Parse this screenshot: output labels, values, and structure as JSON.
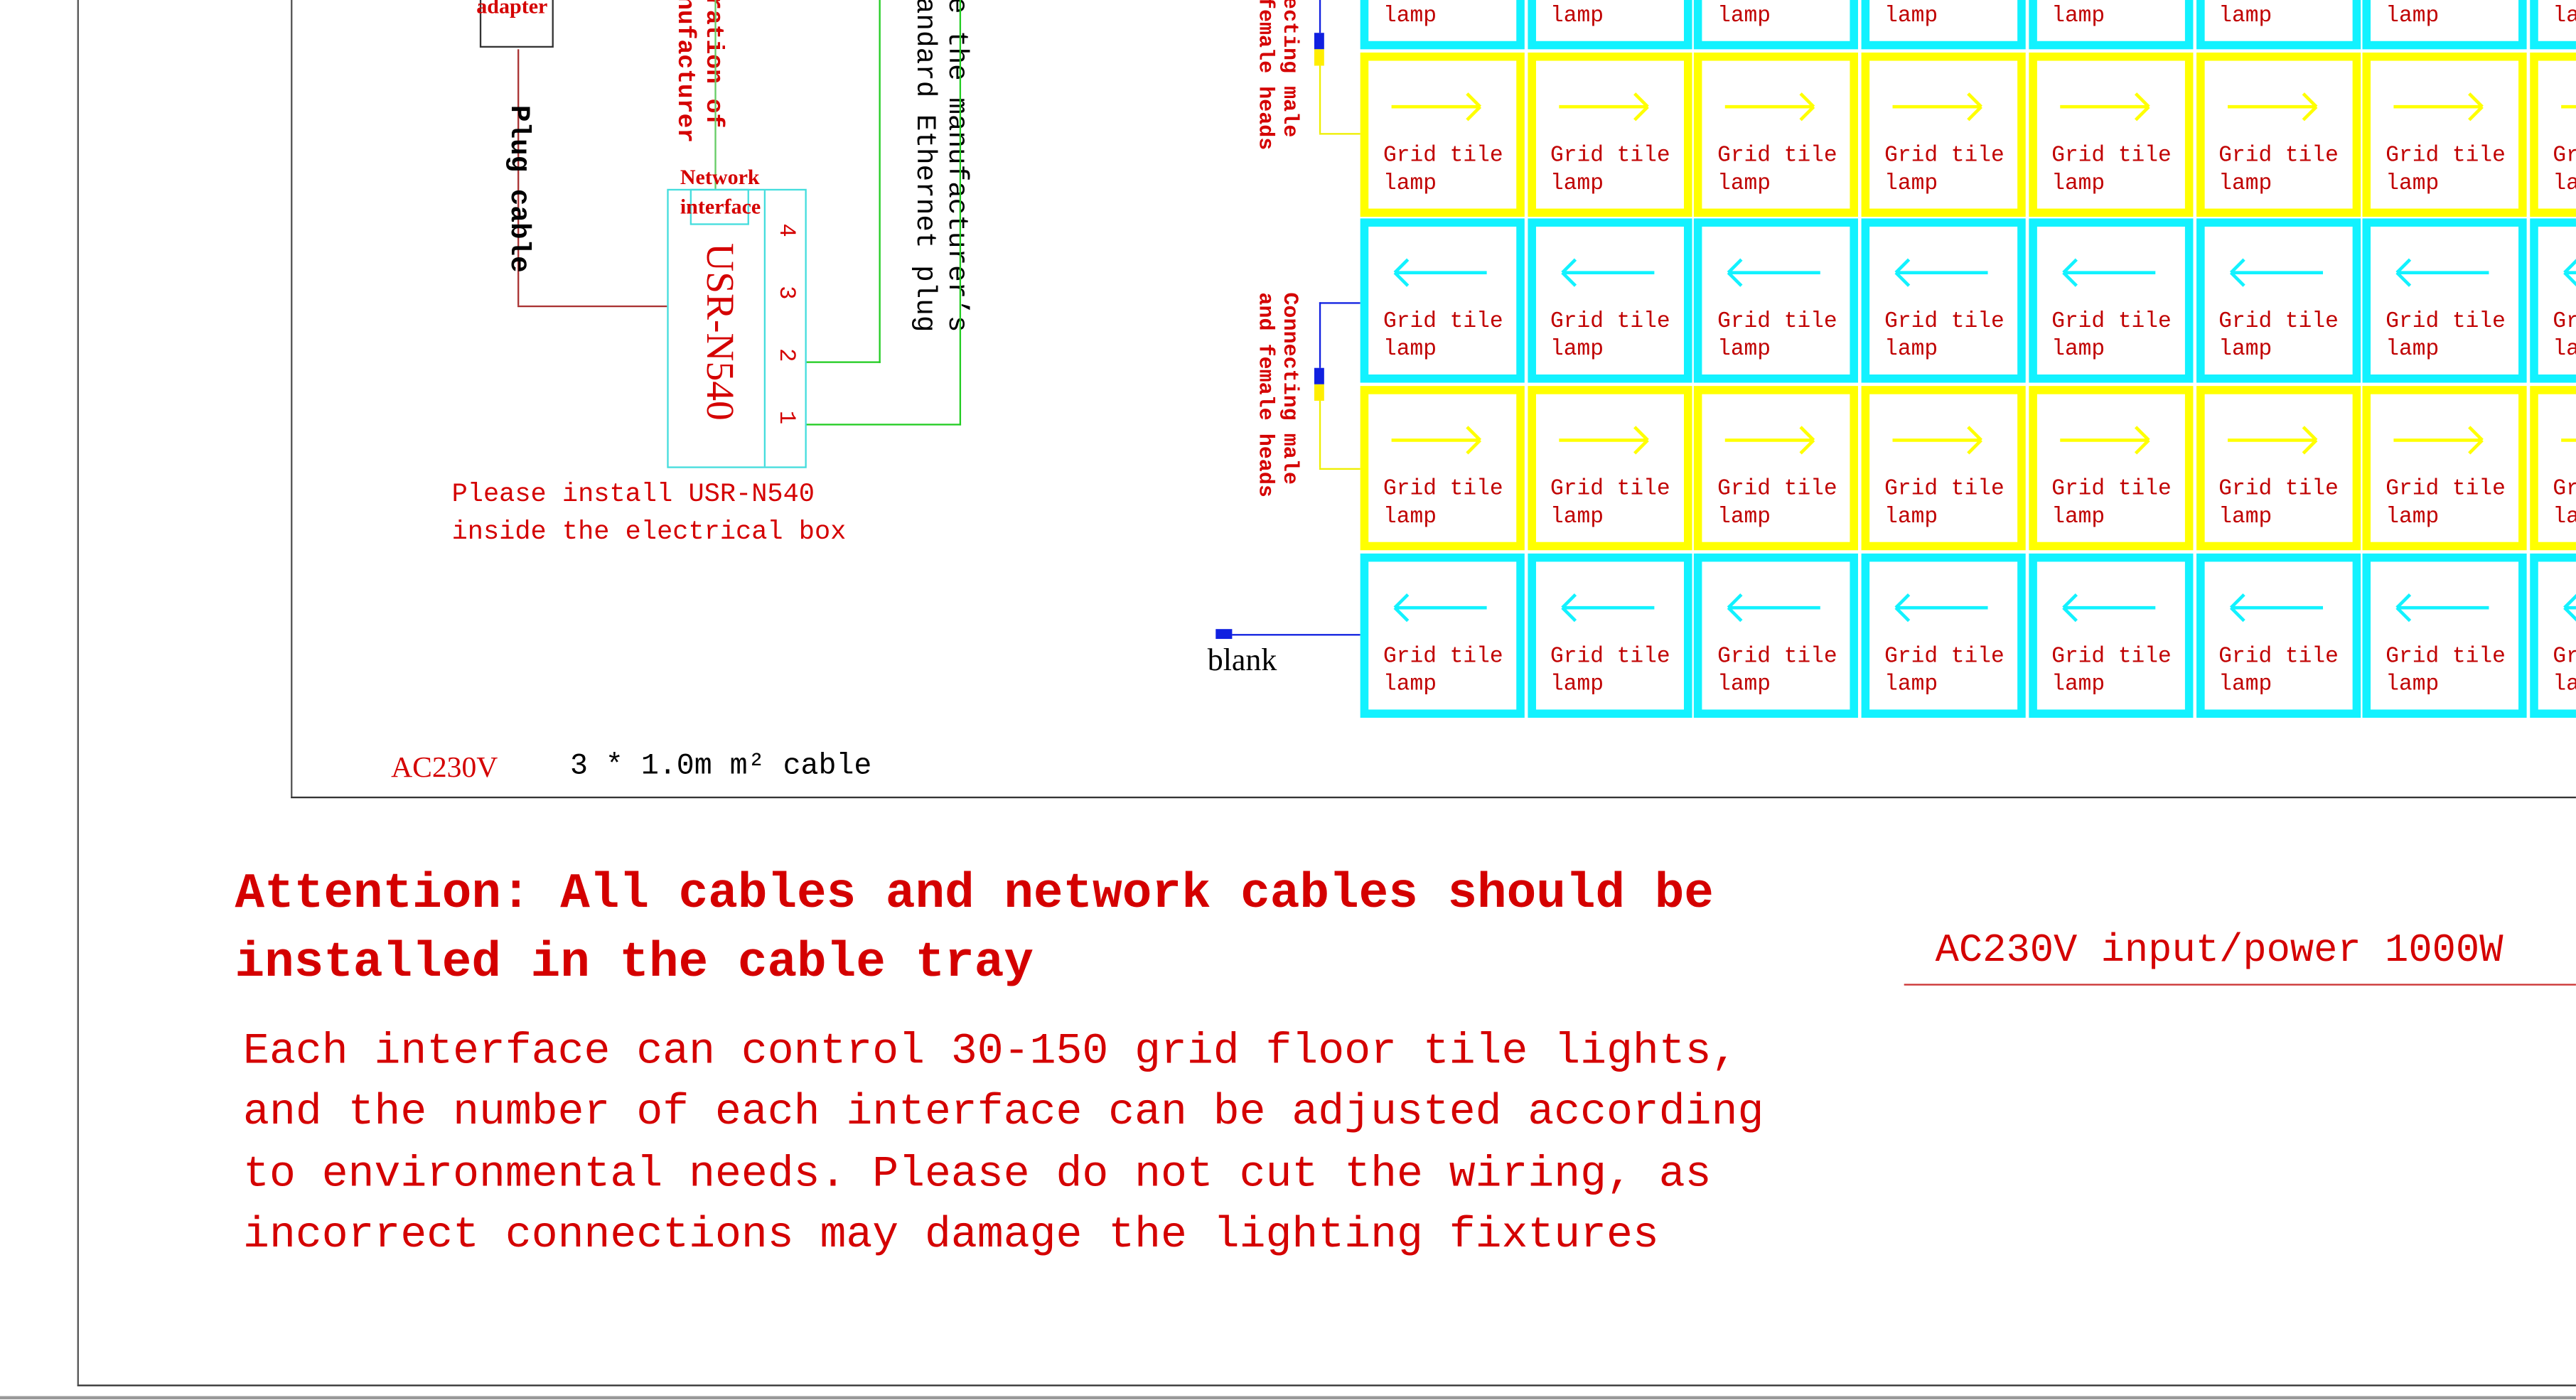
{
  "colors": {
    "red": "#d40000",
    "cyan": "#12f2ff",
    "yellow": "#ffff00",
    "green": "#22cc22",
    "blue": "#1020e0",
    "frame": "#333333"
  },
  "power": {
    "adapter_label": "adapter",
    "plug_cable_label": "Plug cable",
    "ac_label": "AC230V",
    "cable_spec": "3 * 1.0m m² cable"
  },
  "controller": {
    "model": "USR-N540",
    "network_interface_label": "Network\ninterface",
    "ports": [
      "4",
      "3",
      "2",
      "1"
    ],
    "install_note_line1": "Please install USR-N540",
    "install_note_line2": "inside the electrical box",
    "config_note": "uration of\nanufacturer",
    "ethernet_note": "se the manufacturer’s\ntandard Ethernet plug"
  },
  "connectors": {
    "top_label": "necting male\n female heads",
    "mid_label": "Connecting male\nand female heads",
    "blank_label": "blank"
  },
  "grid": {
    "cell_line1": "Grid tile",
    "cell_line2": "lamp",
    "columns": 8,
    "rows": [
      {
        "color": "cyan",
        "arrow": "left"
      },
      {
        "color": "yellow",
        "arrow": "right"
      },
      {
        "color": "cyan",
        "arrow": "left"
      },
      {
        "color": "yellow",
        "arrow": "right"
      },
      {
        "color": "cyan",
        "arrow": "left"
      }
    ]
  },
  "notes": {
    "attention_line1": "Attention: All cables and network cables should be",
    "attention_line2": "installed in the cable tray",
    "body_lines": [
      "Each interface can control 30-150 grid floor tile lights,",
      "and the number of each interface can be adjusted according",
      "to environmental needs. Please do not cut the wiring, as",
      "incorrect connections may damage the lighting fixtures"
    ],
    "power_spec": "AC230V input/power 1000W"
  }
}
